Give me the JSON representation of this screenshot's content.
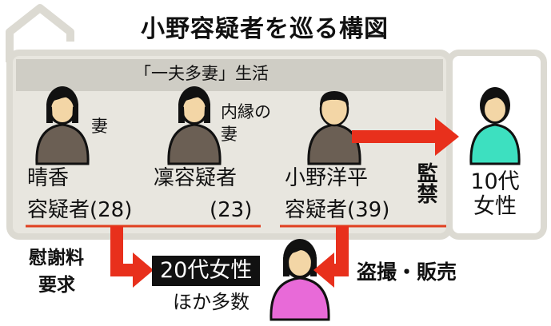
{
  "title": "小野容疑者を巡る構図",
  "household_banner": "「一夫多妻」生活",
  "people": [
    {
      "id": "haruka",
      "role": "妻",
      "name_line1": "晴香",
      "name_line2": "容疑者(28)",
      "clothing_color": "#6b5f54"
    },
    {
      "id": "rin",
      "role_line1": "内縁の",
      "role_line2": "妻",
      "name_line1": "凜容疑者",
      "name_line2": "(23)",
      "clothing_color": "#6b5f54"
    },
    {
      "id": "ono",
      "name_line1": "小野洋平",
      "name_line2": "容疑者(39)",
      "clothing_color": "#6b5f54"
    }
  ],
  "confined_woman": {
    "label_line1": "10代",
    "label_line2": "女性",
    "clothing_color": "#3de0c0"
  },
  "victims": {
    "label": "20代女性",
    "sublabel": "ほか多数",
    "clothing_color": "#e86ad8"
  },
  "actions": {
    "confinement": "監禁",
    "consolation_line1": "慰謝料",
    "consolation_line2": "要求",
    "voyeurism": "盗撮・販売"
  },
  "colors": {
    "arrow": "#e8301c",
    "underline": "#e04020",
    "panel": "#e8e6df",
    "skin": "#f3d6a6",
    "hair": "#111111"
  }
}
